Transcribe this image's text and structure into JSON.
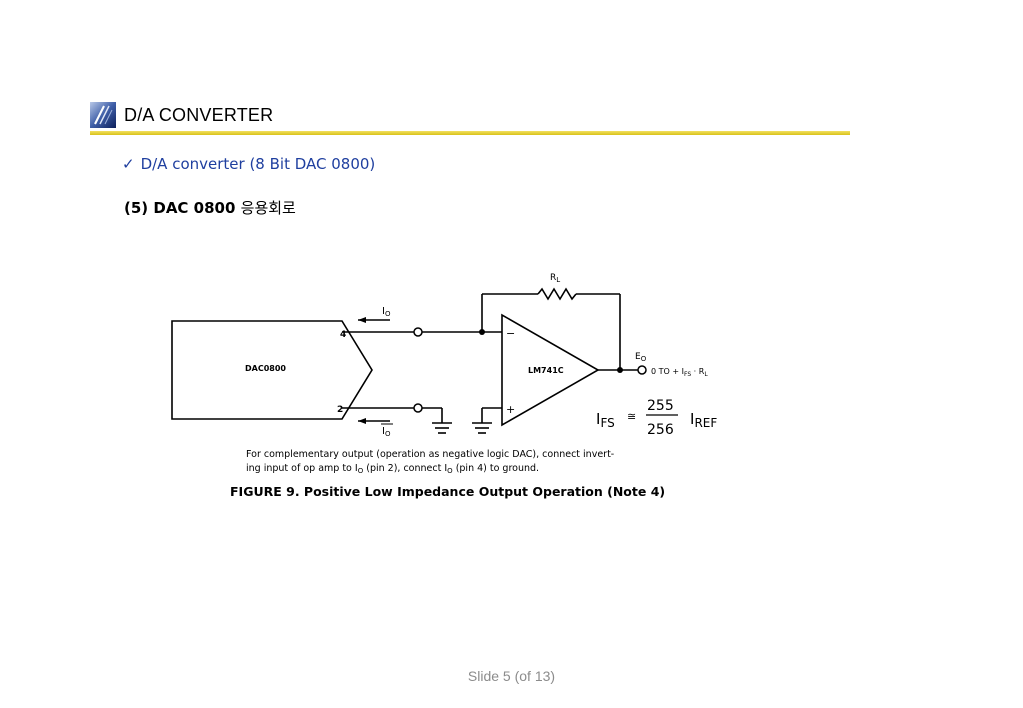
{
  "header": {
    "title": "D/A CONVERTER",
    "logo_icon": "slide-logo-icon",
    "rule_color": "#e0cc2a"
  },
  "bullet": {
    "check_icon": "checkmark-icon",
    "text": "D/A converter  (8 Bit DAC 0800)",
    "color": "#1f3f9f"
  },
  "section": {
    "prefix": "(5) DAC 0800 ",
    "korean": "응용회로"
  },
  "figure": {
    "dac_label": "DAC0800",
    "pin4": "4",
    "pin2": "2",
    "io_top": "I",
    "io_top_sub": "O",
    "io_bottom": "I",
    "io_bottom_sub": "O",
    "rl": "R",
    "rl_sub": "L",
    "opamp": "LM741C",
    "minus": "−",
    "plus": "+",
    "eo": "E",
    "eo_sub": "O",
    "output_range": "0 TO + I",
    "output_range_sub": "FS",
    "output_range_tail": " · R",
    "output_range_tail_sub": "L",
    "formula_ifs": "I",
    "formula_ifs_sub": "FS",
    "formula_approx": "≅",
    "formula_num": "255",
    "formula_den": "256",
    "formula_iref": "I",
    "formula_iref_sub": "REF",
    "note_line1": "For complementary output (operation as negative logic DAC), connect invert-",
    "note_line2_a": "ing input of op amp to ",
    "note_line2_io": "I",
    "note_line2_io_sub": "O",
    "note_line2_b": " (pin 2), connect ",
    "note_line2_io2": "I",
    "note_line2_io2_sub": "O",
    "note_line2_c": " (pin 4) to ground.",
    "caption": "FIGURE 9. Positive Low Impedance Output Operation (Note 4)"
  },
  "footer": {
    "slide_label": "Slide  5 (of  13)"
  }
}
